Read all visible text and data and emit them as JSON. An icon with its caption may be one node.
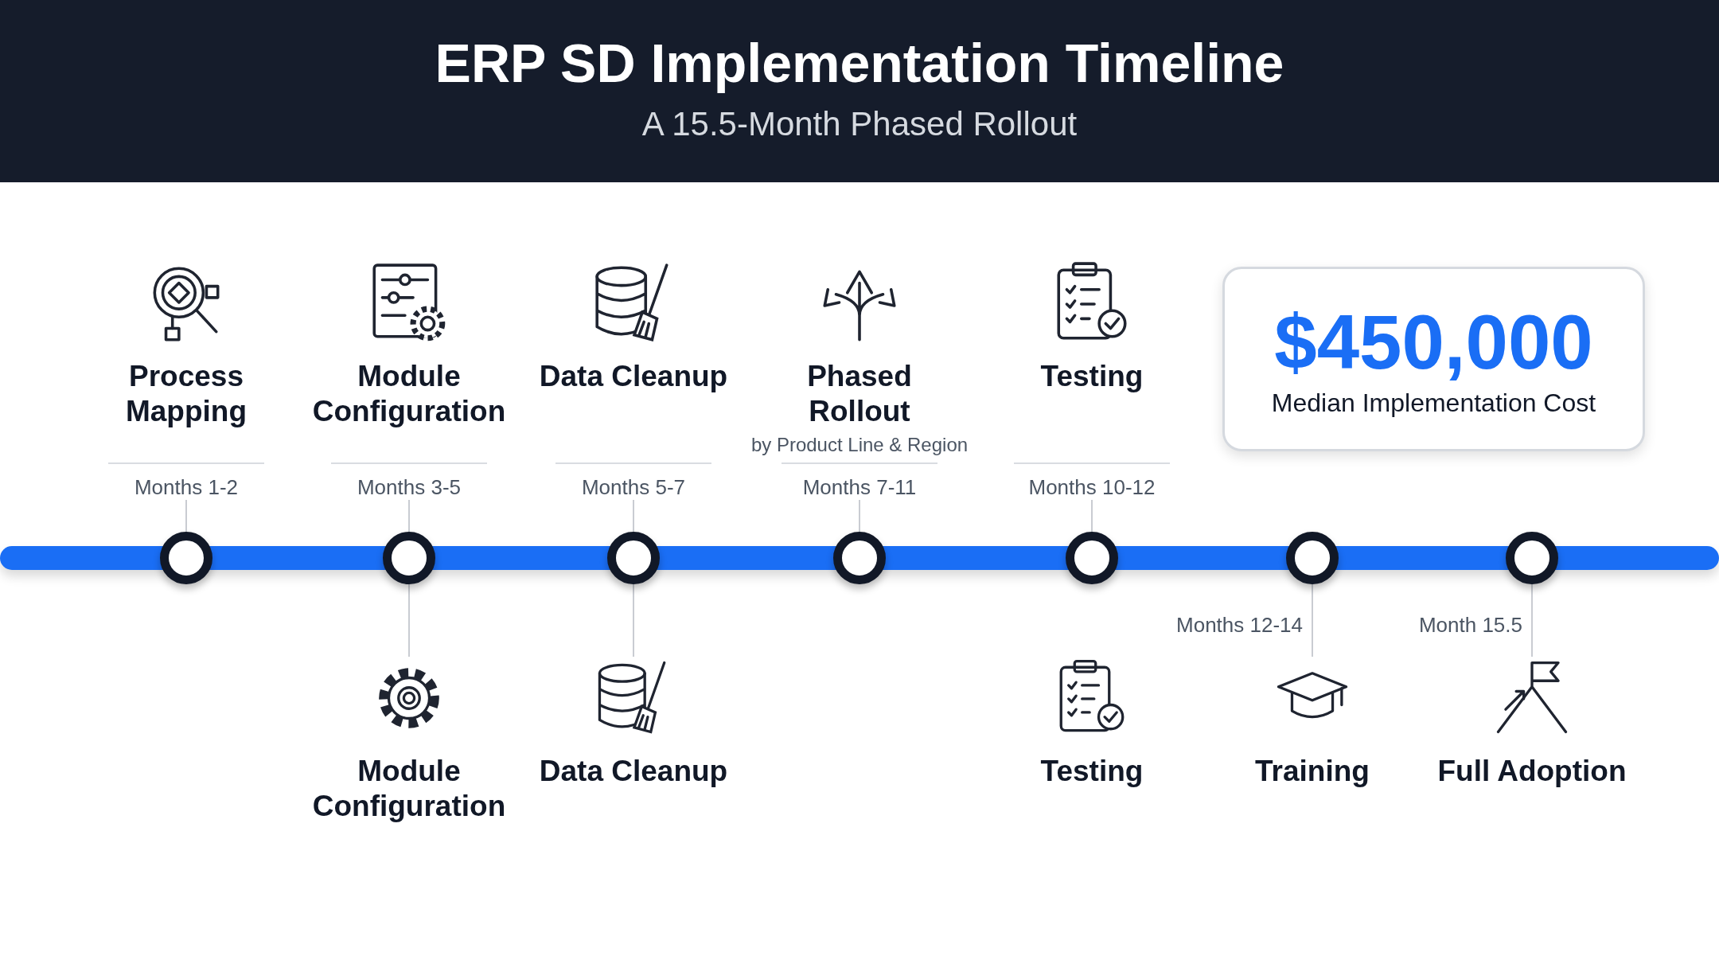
{
  "diagram": {
    "title": "ERP SD Implementation Timeline",
    "nodes": [
      {
        "text": [
          "Process Mapping"
        ],
        "beside": [
          "Months 1-2"
        ]
      },
      {
        "text": [
          "Module Configuration"
        ],
        "beside": [
          "Months 3-5"
        ]
      },
      {
        "text": [
          "Data Cleanup"
        ],
        "beside": [
          "Months 5-7"
        ]
      },
      {
        "text": [
          "Phased Rollout",
          "by Product Line & Region"
        ],
        "beside": [
          "Months 7-11"
        ]
      },
      {
        "text": [
          "Testing"
        ],
        "beside": [
          "Months 10-12"
        ]
      },
      {
        "text": [
          "$450,000",
          "Median Implementation Cost"
        ]
      },
      {
        "text": [],
        "shape": "circle"
      },
      {
        "text": [],
        "shape": "circle"
      },
      {
        "text": [],
        "shape": "circle"
      },
      {
        "text": [],
        "shape": "circle"
      },
      {
        "text": [],
        "shape": "circle"
      },
      {
        "text": [],
        "shape": "circle"
      },
      {
        "text": [],
        "shape": "circle"
      },
      {
        "text": [
          "Module Configuration"
        ]
      },
      {
        "text": [
          "Data Cleanup"
        ]
      },
      {
        "text": [
          "Testing"
        ]
      },
      {
        "text": [
          "Training"
        ],
        "beside": [
          "Months 12-14"
        ]
      },
      {
        "text": [
          "Full Adoption"
        ],
        "beside": [
          "Month 15.5"
        ]
      },
      {
        "text": [],
        "shape": "bar"
      }
    ],
    "edges": [
      {
        "from": 0,
        "to": 6,
        "arrow": "none"
      },
      {
        "from": 1,
        "to": 7,
        "arrow": "none"
      },
      {
        "from": 2,
        "to": 8,
        "arrow": "none"
      },
      {
        "from": 3,
        "to": 9,
        "arrow": "none"
      },
      {
        "from": 4,
        "to": 10,
        "arrow": "none"
      },
      {
        "from": 7,
        "to": 13,
        "arrow": "none"
      },
      {
        "from": 8,
        "to": 14,
        "arrow": "none"
      },
      {
        "from": 11,
        "to": 16,
        "arrow": "none"
      },
      {
        "from": 12,
        "to": 17,
        "arrow": "none"
      }
    ],
    "labels": [
      "A 15.5-Month Phased Rollout"
    ]
  }
}
